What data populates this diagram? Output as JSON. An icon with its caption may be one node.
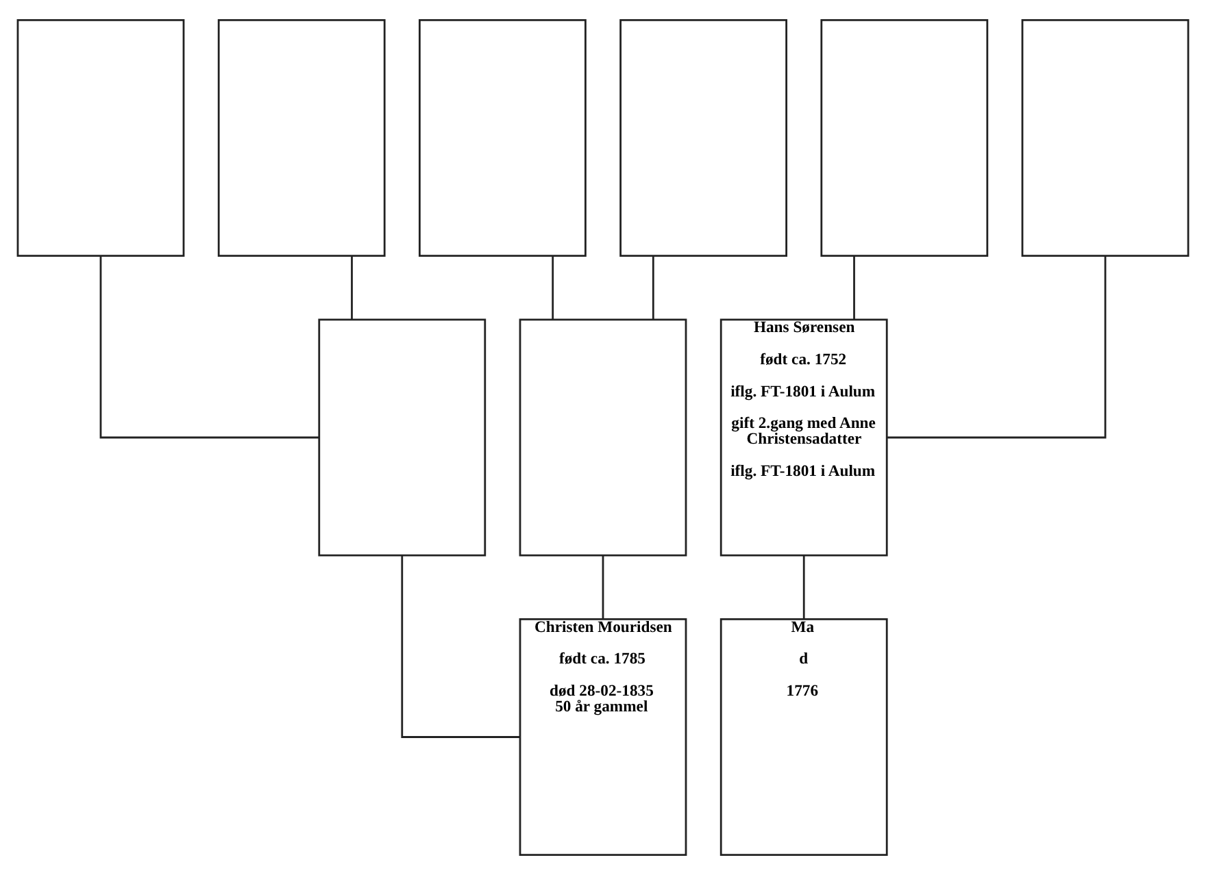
{
  "diagram": {
    "nodes": [
      {
        "text": [],
        "shape": "box"
      },
      {
        "text": [],
        "shape": "box"
      },
      {
        "text": [],
        "shape": "box"
      },
      {
        "text": [],
        "shape": "box"
      },
      {
        "text": [],
        "shape": "box"
      },
      {
        "text": [],
        "shape": "box"
      },
      {
        "text": [],
        "shape": "box"
      },
      {
        "text": [],
        "shape": "box"
      },
      {
        "text": [
          "Hans Sørensen",
          "født ca. 1752",
          "iflg. FT-1801 i Aulum",
          "gift 2.gang med Anne Christensadatter",
          "iflg. FT-1801 i Aulum"
        ]
      },
      {
        "text": [
          "Christen Mouridsen",
          "født ca. 1785",
          "død 28-02-1835 50 år gammel"
        ]
      },
      {
        "text": [
          "Ma",
          "d",
          "1776"
        ]
      }
    ],
    "edges": [
      {
        "from": 0,
        "to": 6,
        "arrow": "none"
      },
      {
        "from": 1,
        "to": 6,
        "arrow": "none"
      },
      {
        "from": 2,
        "to": 7,
        "arrow": "none"
      },
      {
        "from": 3,
        "to": 7,
        "arrow": "none"
      },
      {
        "from": 4,
        "to": 8,
        "arrow": "none"
      },
      {
        "from": 5,
        "to": 8,
        "arrow": "none"
      },
      {
        "from": 6,
        "to": 9,
        "arrow": "none"
      },
      {
        "from": 7,
        "to": 9,
        "arrow": "none"
      },
      {
        "from": 8,
        "to": 10,
        "arrow": "none"
      }
    ]
  }
}
